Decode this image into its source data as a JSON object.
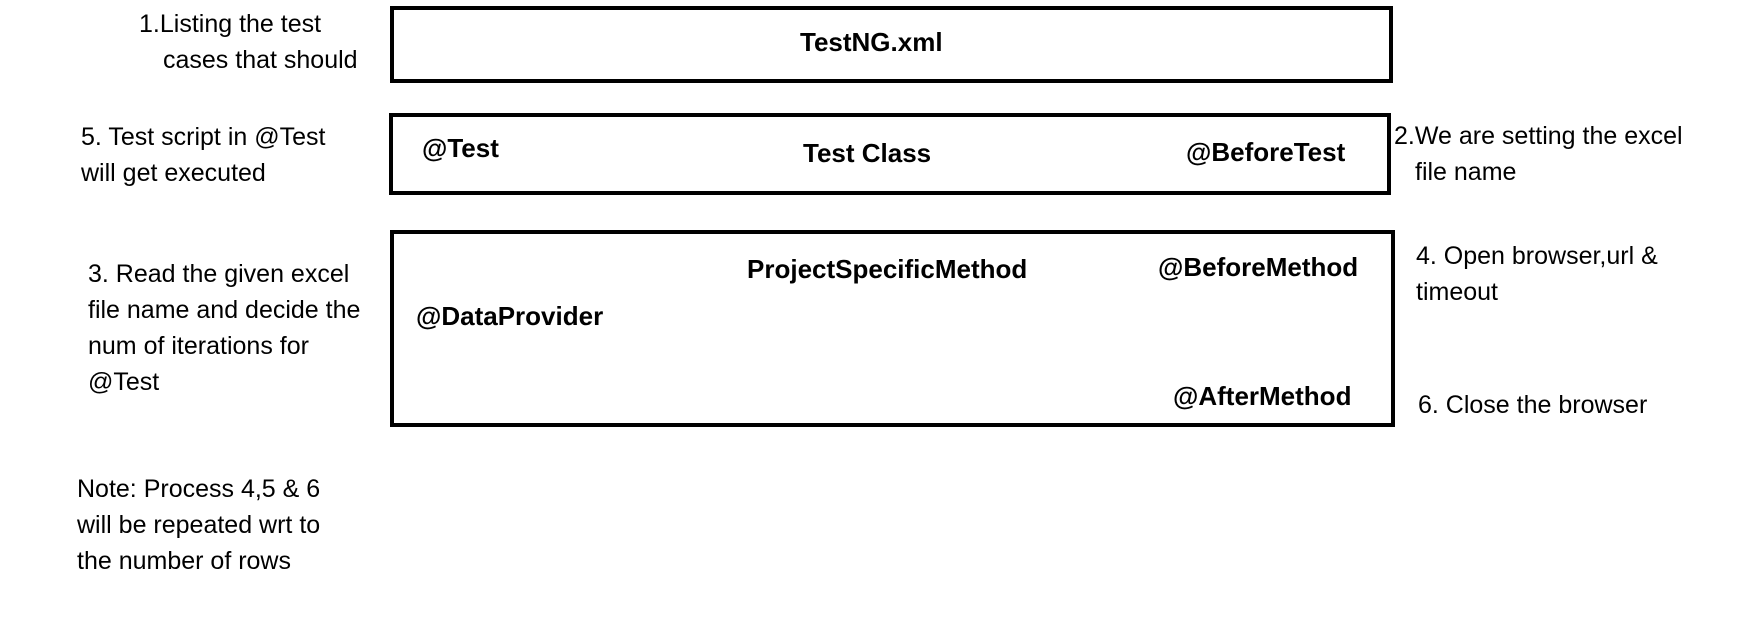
{
  "boxes": {
    "testng_xml": {
      "title": "TestNG.xml"
    },
    "test_class": {
      "title": "Test Class",
      "test_annotation": "@Test",
      "before_test_annotation": "@BeforeTest"
    },
    "project_specific_method": {
      "title": "ProjectSpecificMethod",
      "data_provider_annotation": "@DataProvider",
      "before_method_annotation": "@BeforeMethod",
      "after_method_annotation": "@AfterMethod"
    }
  },
  "notes": {
    "step1": {
      "number": "1.",
      "line1": "Listing the test",
      "line2": "cases that should"
    },
    "step2": {
      "line1": "2.We are setting the excel",
      "line2": "file name"
    },
    "step3": {
      "line1": "3. Read the given excel",
      "line2": "file name and decide the",
      "line3": "num of iterations for",
      "line4": "@Test"
    },
    "step4": {
      "line1": "4. Open browser,url &",
      "line2": "timeout"
    },
    "step5": {
      "line1": "5. Test script in @Test",
      "line2": "will get executed"
    },
    "step6": {
      "line1": "6. Close the browser"
    },
    "footer": {
      "line1": "Note: Process 4,5 & 6",
      "line2": "will be repeated wrt to",
      "line3": "the number of rows"
    }
  }
}
